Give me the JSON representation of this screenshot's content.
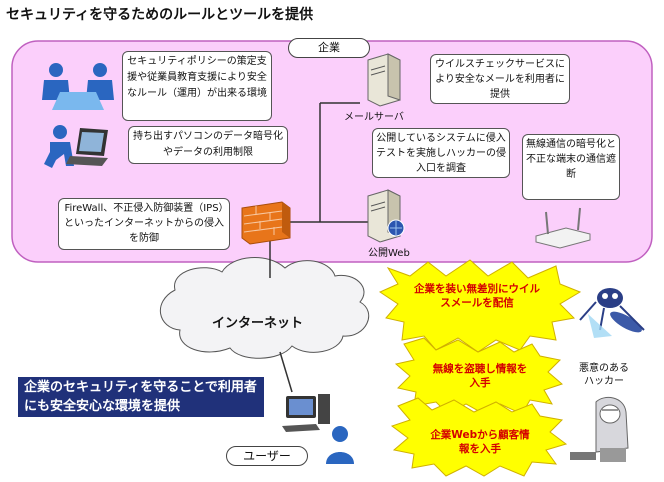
{
  "title": "セキュリティを守るためのルールとツールを提供",
  "enterprise_label": "企業",
  "callouts": {
    "policy": "セキュリティポリシーの策定支援や従業員教育支援により安全なルール（運用）が出来る環境",
    "laptop": "持ち出すパソコンのデータ暗号化やデータの利用制限",
    "virus": "ウイルスチェックサービスにより安全なメールを利用者に提供",
    "pentest": "公開しているシステムに侵入テストを実施しハッカーの侵入口を調査",
    "wireless": "無線通信の暗号化と不正な端末の通信遮断",
    "firewall": "FireWall、不正侵入防御装置（IPS）といったインターネットからの侵入を防御"
  },
  "labels": {
    "mail_server": "メールサーバ",
    "public_web": "公開Web",
    "internet": "インターネット",
    "hacker": "悪意のあるハッカー",
    "user": "ユーザー"
  },
  "threats": [
    "企業を装い無差別にウイルスメールを配信",
    "無線を盗聴し情報を入手",
    "企業Webから顧客情報を入手"
  ],
  "banner": "企業のセキュリティを守ることで利用者にも安全安心な環境を提供",
  "colors": {
    "enterprise_fill": "#fbcffb",
    "enterprise_border": "#c060c0",
    "burst_fill": "#ffff00",
    "threat_text": "#d40000",
    "banner_fill": "#20317a",
    "firewall": "#e8751a"
  }
}
